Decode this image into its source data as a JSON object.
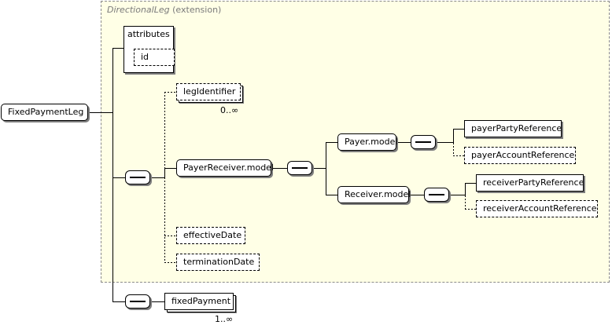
{
  "extension": {
    "type_name": "DirectionalLeg",
    "suffix": "(extension)"
  },
  "root": {
    "label": "FixedPaymentLeg"
  },
  "attributes": {
    "title": "attributes",
    "id_label": "id"
  },
  "elements": {
    "leg_identifier": "legIdentifier",
    "leg_identifier_card": "0..∞",
    "payer_receiver_model": "PayerReceiver.model",
    "payer_model": "Payer.model",
    "receiver_model": "Receiver.model",
    "payer_party_reference": "payerPartyReference",
    "payer_account_reference": "payerAccountReference",
    "receiver_party_reference": "receiverPartyReference",
    "receiver_account_reference": "receiverAccountReference",
    "effective_date": "effectiveDate",
    "termination_date": "terminationDate",
    "fixed_payment": "fixedPayment",
    "fixed_payment_card": "1..∞"
  },
  "colors": {
    "extension_bg": "#ffffe6",
    "extension_border": "#8a8a8a",
    "shadow": "#7d7d7d"
  }
}
